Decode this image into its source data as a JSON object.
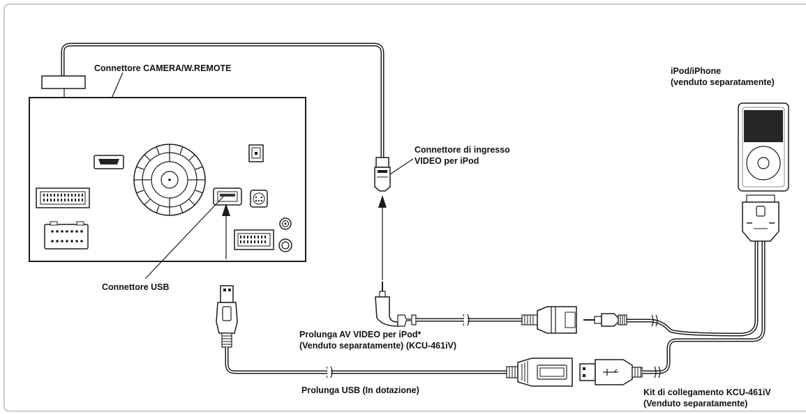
{
  "labels": {
    "camera_connector": "Connettore CAMERA/W.REMOTE",
    "ipod_line1": "iPod/iPhone",
    "ipod_line2": "(venduto separatamente)",
    "video_input_line1": "Connettore di ingresso",
    "video_input_line2": "VIDEO per iPod",
    "usb_connector": "Connettore USB",
    "av_ext_line1": "Prolunga AV VIDEO per iPod*",
    "av_ext_line2": "(Venduto separatamente) (KCU-461iV)",
    "usb_ext": "Prolunga USB (In dotazione)",
    "kit_line1": "Kit di collegamento KCU-461iV",
    "kit_line2": "(Venduto separatamente)"
  },
  "colors": {
    "line": "#1a1a1a",
    "background": "#ffffff",
    "screen": "#262626",
    "border": "#9a9a9a"
  },
  "icons": [
    "head-unit",
    "hdmi-port",
    "fan-vent",
    "usb-port",
    "optical-port",
    "round-din-port",
    "ipod-device",
    "dock-connector",
    "usb-plug",
    "mini-jack-plug"
  ]
}
